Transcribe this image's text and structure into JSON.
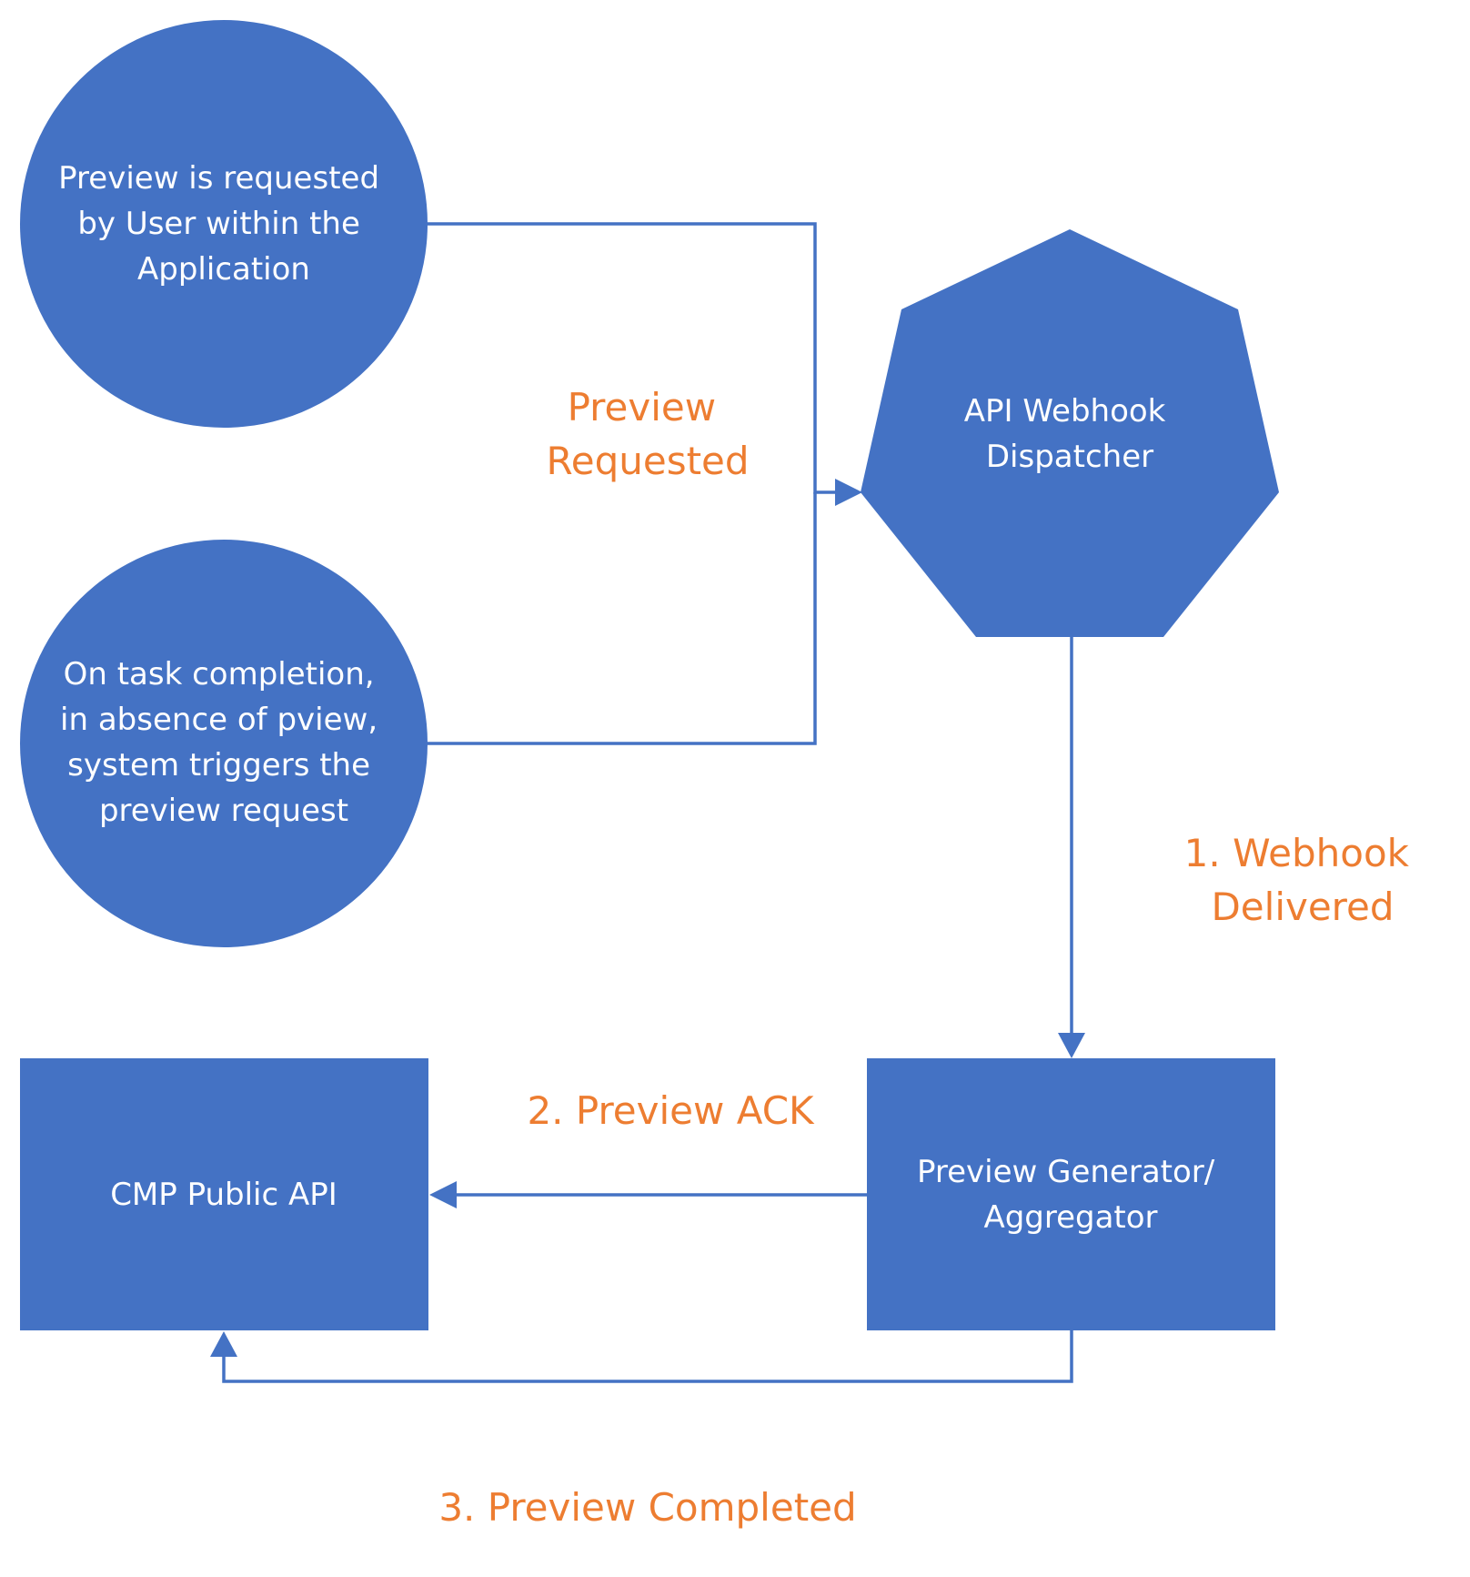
{
  "colors": {
    "node_fill": "#4472C4",
    "node_text": "#FFFFFF",
    "edge": "#4472C4",
    "label": "#ED7D31"
  },
  "nodes": {
    "user_request": {
      "shape": "circle",
      "lines": [
        "Preview is requested",
        "by User within the",
        "Application"
      ]
    },
    "system_trigger": {
      "shape": "circle",
      "lines": [
        "On task completion,",
        "in absence of pview,",
        "system triggers the",
        "preview request"
      ]
    },
    "dispatcher": {
      "shape": "heptagon",
      "lines": [
        "API Webhook",
        "Dispatcher"
      ]
    },
    "generator": {
      "shape": "rectangle",
      "lines": [
        "Preview Generator/",
        "Aggregator"
      ]
    },
    "public_api": {
      "shape": "rectangle",
      "lines": [
        "CMP Public API"
      ]
    }
  },
  "edges": [
    {
      "from": "user_request",
      "to": "dispatcher"
    },
    {
      "from": "system_trigger",
      "to": "dispatcher"
    },
    {
      "from": "dispatcher",
      "to": "generator"
    },
    {
      "from": "generator",
      "to": "public_api"
    },
    {
      "from": "generator",
      "to": "public_api"
    }
  ],
  "edge_labels": {
    "preview_requested": [
      "Preview",
      "Requested"
    ],
    "webhook_delivered": [
      "1. Webhook",
      "Delivered"
    ],
    "preview_ack": [
      "2. Preview ACK"
    ],
    "preview_completed": [
      "3. Preview Completed"
    ]
  }
}
